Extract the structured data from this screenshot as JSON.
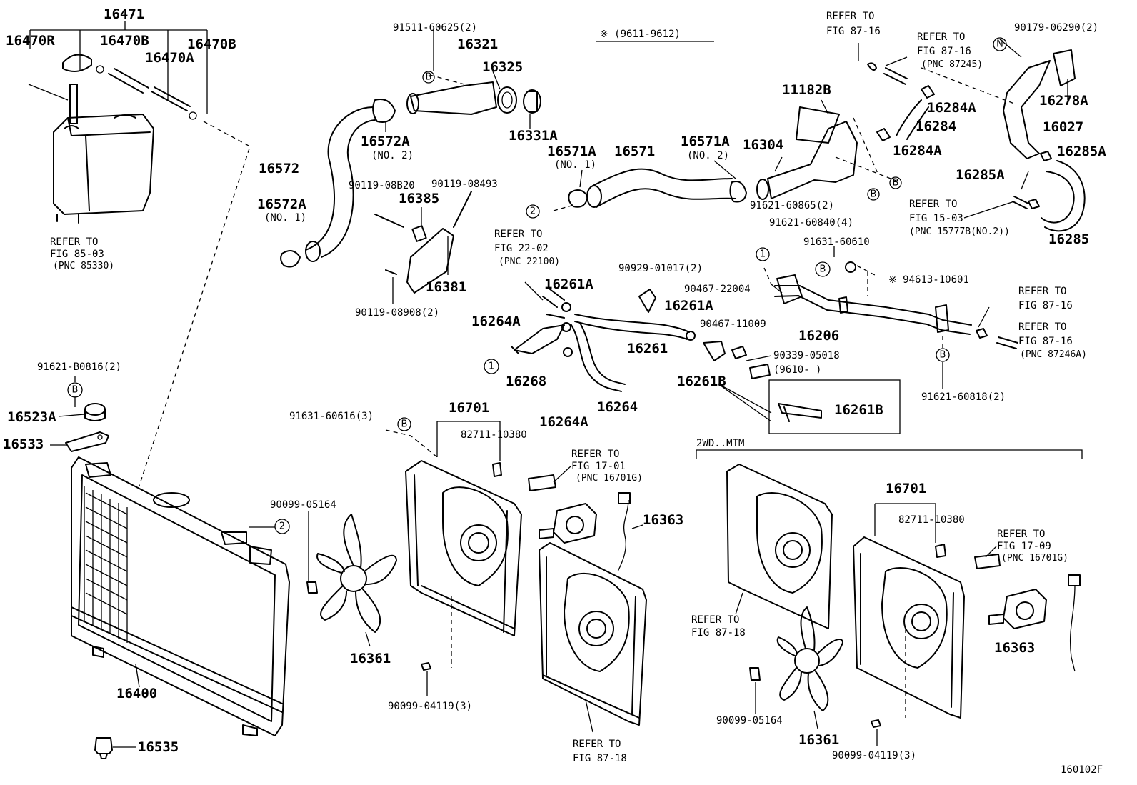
{
  "diagram": {
    "figure_code": "160102F",
    "note_range": "※ (9611-9612)",
    "section_2wd": "2WD..MTM"
  },
  "labels": {
    "l16471": "16471",
    "l16470R": "16470R",
    "l16470B_1": "16470B",
    "l16470B_2": "16470B",
    "l16470A": "16470A",
    "ref_85_1": "REFER TO",
    "ref_85_2": "FIG 85-03",
    "ref_85_3": "(PNC 85330)",
    "l91511": "91511-60625(2)",
    "l16321": "16321",
    "l16325": "16325",
    "l16331A": "16331A",
    "l16572A_no2": "16572A",
    "no2_a": "(NO. 2)",
    "l16572": "16572",
    "l16572A_no1": "16572A",
    "no1_a": "(NO. 1)",
    "l90119_0820": "90119-08B20",
    "l90119_08493": "90119-08493",
    "l16385": "16385",
    "l16381": "16381",
    "l90119_08908": "90119-08908(2)",
    "l16571A_no1": "16571A",
    "no1_b": "(NO. 1)",
    "l16571": "16571",
    "l16571A_no2": "16571A",
    "no2_b": "(NO. 2)",
    "l16304": "16304",
    "l11182B": "11182B",
    "ref_87_16a_1": "REFER TO",
    "ref_87_16a_2": "FIG 87-16",
    "ref_87_16b_1": "REFER TO",
    "ref_87_16b_2": "FIG 87-16",
    "ref_87_16b_3": "(PNC 87245)",
    "l90179": "90179-06290(2)",
    "l16278A": "16278A",
    "l16284A_1": "16284A",
    "l16284": "16284",
    "l16284A_2": "16284A",
    "l16027": "16027",
    "l16285A_1": "16285A",
    "l16285A_2": "16285A",
    "l16285": "16285",
    "ref_15_1": "REFER TO",
    "ref_15_2": "FIG 15-03",
    "ref_15_3": "(PNC 15777B(NO.2))",
    "l91621_60865": "91621-60865(2)",
    "l91621_60840": "91621-60840(4)",
    "ref_22_1": "REFER TO",
    "ref_22_2": "FIG 22-02",
    "ref_22_3": "(PNC 22100)",
    "l16261A_1": "16261A",
    "l90929": "90929-01017(2)",
    "l16261A_2": "16261A",
    "l16264A_1": "16264A",
    "l16261": "16261",
    "l16268": "16268",
    "l16264A_2": "16264A",
    "l16264": "16264",
    "l90467_22004": "90467-22004",
    "l91631_60610": "91631-60610",
    "l94613": "※ 94613-10601",
    "l16206": "16206",
    "l90467_11009": "90467-11009",
    "l90339": "90339-05018",
    "l9610": "(9610-      )",
    "l16261B_1": "16261B",
    "l16261B_2": "16261B",
    "ref_87_16c_1": "REFER TO",
    "ref_87_16c_2": "FIG 87-16",
    "ref_87_16d_1": "REFER TO",
    "ref_87_16d_2": "FIG 87-16",
    "ref_87_16d_3": "(PNC 87246A)",
    "l91621_60818": "91621-60818(2)",
    "l91621_B0816": "91621-B0816(2)",
    "l16523A": "16523A",
    "l16533": "16533",
    "l91631_60616": "91631-60616(3)",
    "l16701_1": "16701",
    "l82711_1": "82711-10380",
    "ref_17_01_1": "REFER TO",
    "ref_17_01_2": "FIG 17-01",
    "ref_17_01_3": "(PNC 16701G)",
    "l16363_1": "16363",
    "l90099_05164_1": "90099-05164",
    "l16361_1": "16361",
    "l16400": "16400",
    "l90099_04119_1": "90099-04119(3)",
    "ref_87_18a_1": "REFER TO",
    "ref_87_18a_2": "FIG 87-18",
    "l16535": "16535",
    "l16701_2": "16701",
    "l82711_2": "82711-10380",
    "ref_17_09_1": "REFER TO",
    "ref_17_09_2": "FIG 17-09",
    "ref_17_09_3": "(PNC 16701G)",
    "ref_87_18b_1": "REFER TO",
    "ref_87_18b_2": "FIG 87-18",
    "l16363_2": "16363",
    "l90099_05164_2": "90099-05164",
    "l16361_2": "16361",
    "l90099_04119_2": "90099-04119(3)"
  },
  "markers": {
    "one": "1",
    "two": "2",
    "b": "B",
    "n": "N"
  }
}
